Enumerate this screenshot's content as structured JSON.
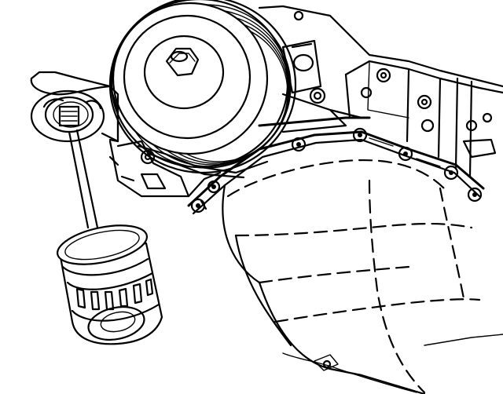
{
  "figure": {
    "kind": "line-art service illustration",
    "palette": {
      "ink": "#000000",
      "paper": "#ffffff"
    },
    "components": [
      {
        "id": "crankshaft-pulley",
        "icon": "pulley"
      },
      {
        "id": "oil-filter",
        "icon": "cylinder-filter"
      },
      {
        "id": "filter-adapter",
        "icon": "threaded-adapter"
      },
      {
        "id": "oil-pan",
        "icon": "oil-pan"
      },
      {
        "id": "engine-block",
        "icon": "engine-block"
      }
    ]
  }
}
